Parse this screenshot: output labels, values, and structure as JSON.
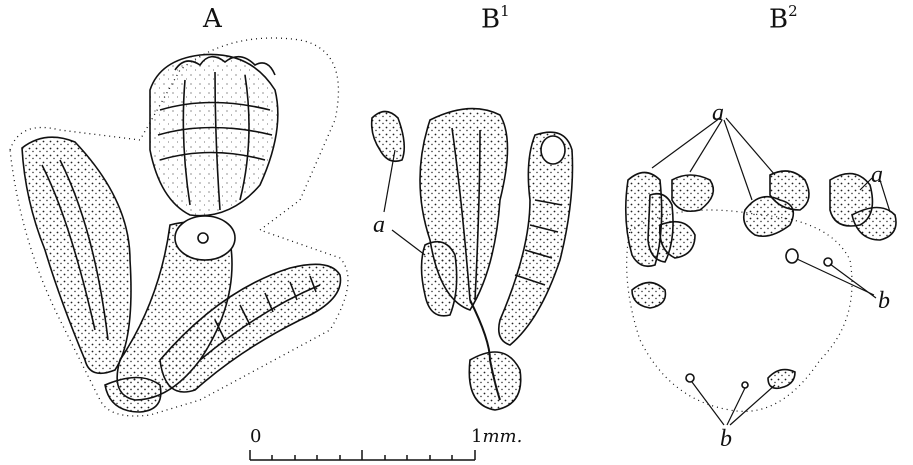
{
  "panels": {
    "a": {
      "label": "A"
    },
    "b1": {
      "label": "B",
      "sup": "1"
    },
    "b2": {
      "label": "B",
      "sup": "2"
    }
  },
  "annotations": {
    "b1_a": "a",
    "b2_a_main": "a",
    "b2_a_right": "a",
    "b2_b_right": "b",
    "b2_b_bottom": "b"
  },
  "scale_bar": {
    "start": "0",
    "end_value": "1",
    "end_unit": "mm."
  }
}
